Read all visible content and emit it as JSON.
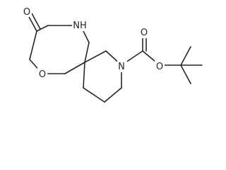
{
  "molecule": {
    "atoms": [
      {
        "id": "O_ketone",
        "label": "O"
      },
      {
        "id": "N_lactam",
        "label": "NH"
      },
      {
        "id": "O_ether",
        "label": "O"
      },
      {
        "id": "N_ring",
        "label": "N"
      },
      {
        "id": "O_carbonyl",
        "label": "O"
      },
      {
        "id": "O_ester",
        "label": "O"
      }
    ]
  }
}
